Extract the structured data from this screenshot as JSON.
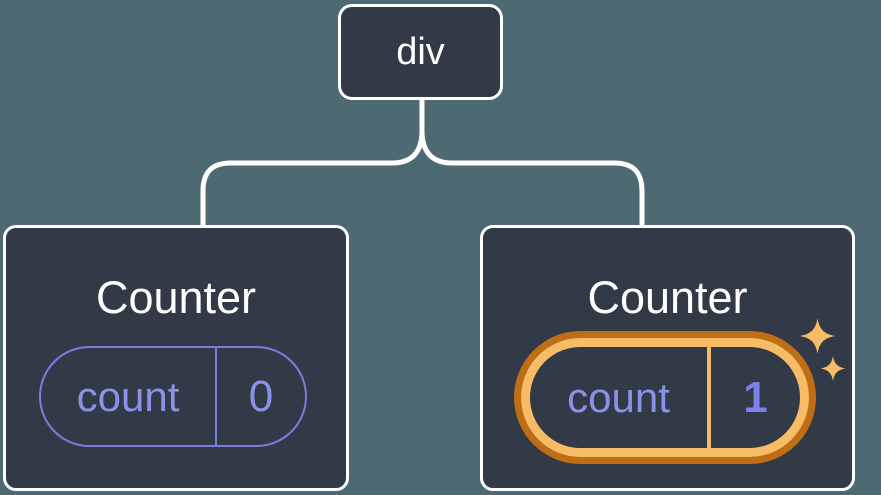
{
  "colors": {
    "background": "#4D6972",
    "card-bg": "#333A47",
    "card-border": "#FFFFFF",
    "connector": "#FFFFFF",
    "text-white": "#FFFFFF",
    "state-purple": "#8A92E8",
    "state-purple-border": "#767FDC",
    "state-value-bold": "#7A83E8",
    "highlight-orange-light": "#F9BC66",
    "highlight-orange-dark": "#C06E14"
  },
  "tree": {
    "root": {
      "label": "div"
    },
    "children": [
      {
        "title": "Counter",
        "state": {
          "key": "count",
          "value": "0"
        },
        "highlighted": false
      },
      {
        "title": "Counter",
        "state": {
          "key": "count",
          "value": "1"
        },
        "highlighted": true
      }
    ]
  },
  "icons": {
    "sparkle_large": "sparkle-icon",
    "sparkle_small": "sparkle-icon"
  }
}
